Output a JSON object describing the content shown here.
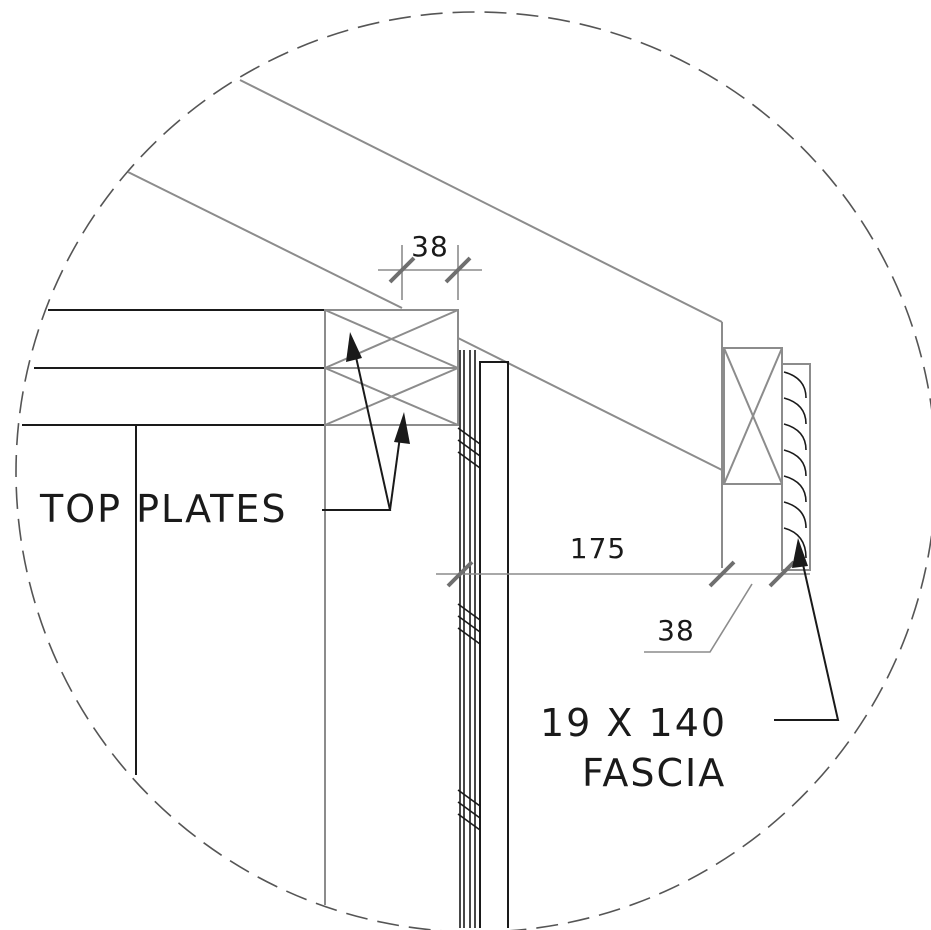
{
  "labels": {
    "top_plates": "TOP PLATES",
    "fascia_size": "19 X 140",
    "fascia_name": "FASCIA",
    "dim_plate_width": "38",
    "dim_overhang": "175",
    "dim_sub_fascia": "38"
  },
  "colors": {
    "detail_line": "#8c8c8c",
    "object_line": "#1a1a1a",
    "detail_circle": "#555555"
  }
}
